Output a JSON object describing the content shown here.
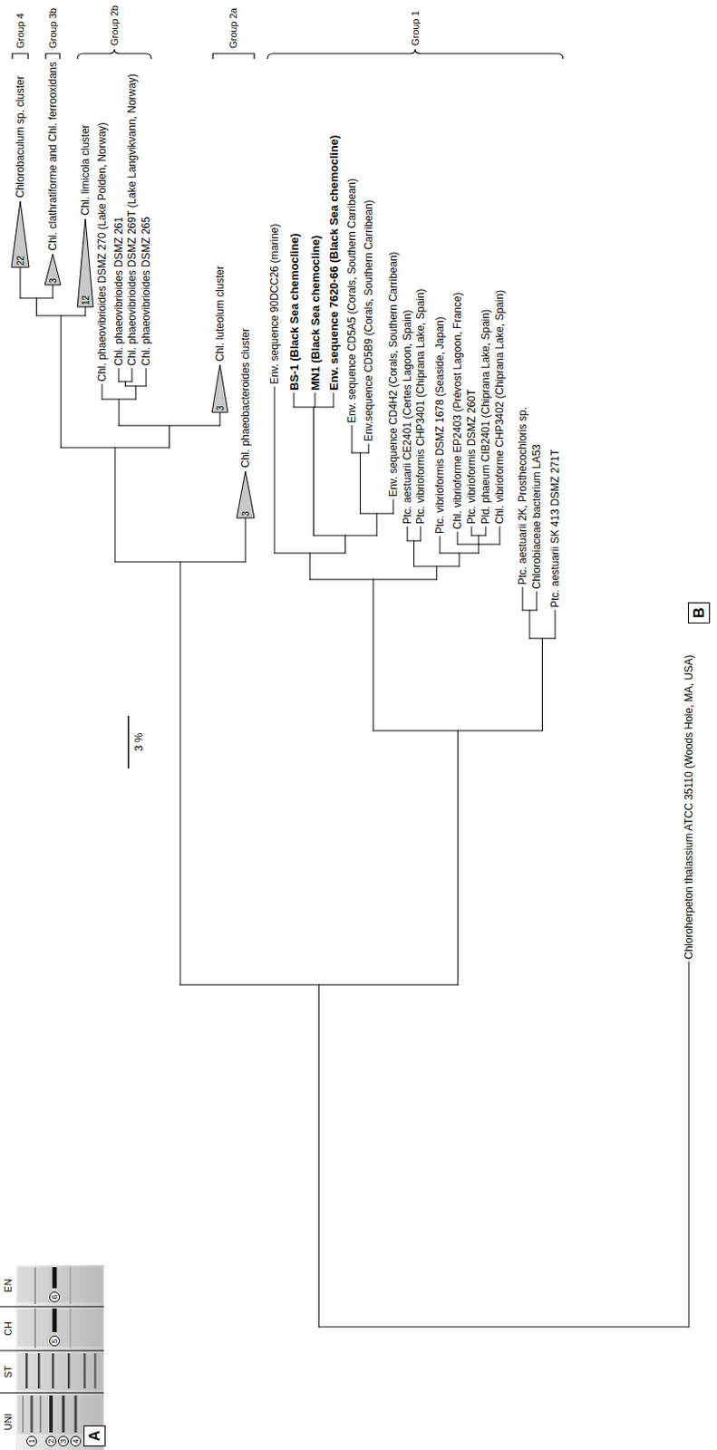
{
  "diagram": {
    "nodes": [
      {
        "text": [
          "A"
        ]
      },
      {
        "text": [
          "1"
        ]
      },
      {
        "text": [
          "2"
        ]
      },
      {
        "text": [
          "3"
        ]
      },
      {
        "text": [
          "4"
        ]
      },
      {
        "text": [
          "5"
        ]
      },
      {
        "text": [
          "6"
        ]
      },
      {
        "text": [
          "22",
          "Chlorobaculum sp. cluster"
        ]
      },
      {
        "text": [
          "3",
          "Chl. clathratiforme and Chl. ferrooxidans"
        ]
      },
      {
        "text": [
          "12",
          "Chl. limicola cluster"
        ]
      },
      {
        "text": [
          "3",
          "Chl. luteolum cluster"
        ]
      },
      {
        "text": [
          "3",
          "Chl. phaeobacteroides cluster"
        ]
      },
      {
        "text": [
          "B"
        ]
      }
    ],
    "labels": [
      "Chl. phaeovibrioides DSMZ 270 (Lake Polden, Norway)",
      "Chl. phaeovibrioides DSMZ 261",
      "Chl. phaeovibrioides DSMZ 269T (Lake Langvikvann, Norway)",
      "Chl. phaeovibrioides DSMZ 265",
      "Env. sequence 90DCC26 (marine)",
      "BS-1 (Black Sea chemocline)",
      "MN1 (Black Sea chemocline)",
      "Env. sequence 7620-66 (Black Sea chemocline)",
      "Env. sequence CD5A5 (Corals, Southern Carribean)",
      "Env.sequence CD5B9 (Corals, Southern Carribean)",
      "Env. sequence CD4H2 (Corals, Southern Carribean)",
      "Ptc. aestuarii CE2401 (Certes Lagoon, Spain)",
      "Ptc. vibrioformis CHP3401 (Chiprana Lake, Spain)",
      "Ptc. vibrioformis DSMZ 1678 (Seaside, Japan)",
      "Chl. vibrioforme EP2403 (Prévost Lagoon, France)",
      "Ptc. vibrioformis DSMZ 260T",
      "Pld. phaeum CIB2401 (Chiprana Lake, Spain)",
      "Chl. vibrioforme CHP3402 (Chiprana Lake, Spain)",
      "Ptc. aestuarii 2K, Prosthecochloris sp.",
      "Chlorobiaceae bacterium LA53",
      "Ptc. aestuarii SK 413 DSMZ 271T",
      "Chloroherpeton thalassium ATCC 35110 (Woods Hole, MA, USA)",
      "3 %",
      "Group 4",
      "Group 3b",
      "Group 2b",
      "Group 2a",
      "Group 1",
      "UNI",
      "ST",
      "CH",
      "EN"
    ]
  }
}
